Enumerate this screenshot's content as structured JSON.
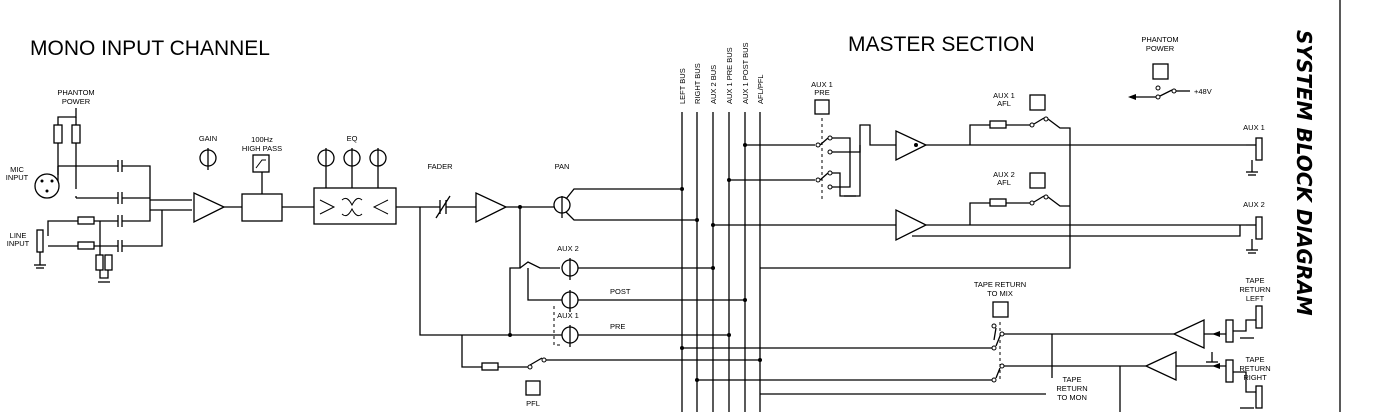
{
  "titles": {
    "mono_input": "MONO INPUT CHANNEL",
    "master": "MASTER SECTION",
    "side": "SYSTEM BLOCK DIAGRAM"
  },
  "input_labels": {
    "phantom_power": [
      "PHANTOM",
      "POWER"
    ],
    "mic_input": [
      "MIC",
      "INPUT"
    ],
    "line_input": [
      "LINE",
      "INPUT"
    ],
    "gain": "GAIN",
    "high_pass": [
      "100Hz",
      "HIGH PASS"
    ],
    "eq": "EQ",
    "fader": "FADER",
    "pan": "PAN",
    "aux2": "AUX 2",
    "post": "POST",
    "aux1": "AUX 1",
    "pre": "PRE",
    "pfl": "PFL"
  },
  "buses": [
    "LEFT BUS",
    "RIGHT BUS",
    "AUX 2 BUS",
    "AUX 1 PRE BUS",
    "AUX 1 POST BUS",
    "AFL/PFL"
  ],
  "master_labels": {
    "phantom_power": [
      "PHANTOM",
      "POWER"
    ],
    "plus48v": "+48V",
    "aux1_pre": [
      "AUX 1",
      "PRE"
    ],
    "aux1_afl": [
      "AUX 1",
      "AFL"
    ],
    "aux2_afl": [
      "AUX 2",
      "AFL"
    ],
    "aux1_out": "AUX 1",
    "aux2_out": "AUX 2",
    "tape_return_mix": [
      "TAPE RETURN",
      "TO MIX"
    ],
    "tape_return_mon": [
      "TAPE",
      "RETURN",
      "TO MON"
    ],
    "tape_return_left": [
      "TAPE",
      "RETURN",
      "LEFT"
    ],
    "tape_return_right": [
      "TAPE",
      "RETURN",
      "RIGHT"
    ]
  }
}
